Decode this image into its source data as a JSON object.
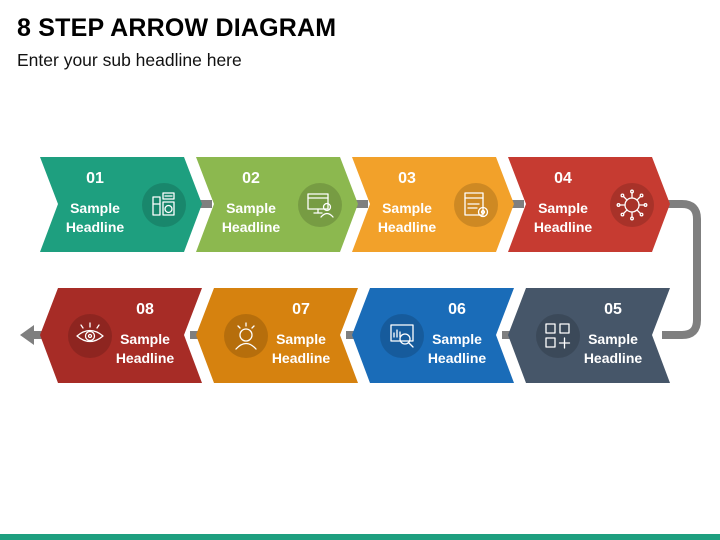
{
  "header": {
    "title": "8 STEP ARROW DIAGRAM",
    "subtitle": "Enter your sub headline here"
  },
  "steps": [
    {
      "number": "01",
      "line1": "Sample",
      "line2": "Headline",
      "color": "#1e9f7f",
      "icon": "appliances-icon"
    },
    {
      "number": "02",
      "line1": "Sample",
      "line2": "Headline",
      "color": "#8cb84f",
      "icon": "api-monitor-user-icon"
    },
    {
      "number": "03",
      "line1": "Sample",
      "line2": "Headline",
      "color": "#f2a12a",
      "icon": "api-settings-window-icon"
    },
    {
      "number": "04",
      "line1": "Sample",
      "line2": "Headline",
      "color": "#c63b31",
      "icon": "api-network-icon"
    },
    {
      "number": "05",
      "line1": "Sample",
      "line2": "Headline",
      "color": "#465669",
      "icon": "app-grid-add-icon"
    },
    {
      "number": "06",
      "line1": "Sample",
      "line2": "Headline",
      "color": "#1a6cb8",
      "icon": "data-analysis-icon"
    },
    {
      "number": "07",
      "line1": "Sample",
      "line2": "Headline",
      "color": "#d6820f",
      "icon": "person-idea-icon"
    },
    {
      "number": "08",
      "line1": "Sample",
      "line2": "Headline",
      "color": "#a72c26",
      "icon": "eye-icon"
    }
  ],
  "connector_color": "#7f7f7f",
  "footer_color": "#1e9f7f"
}
